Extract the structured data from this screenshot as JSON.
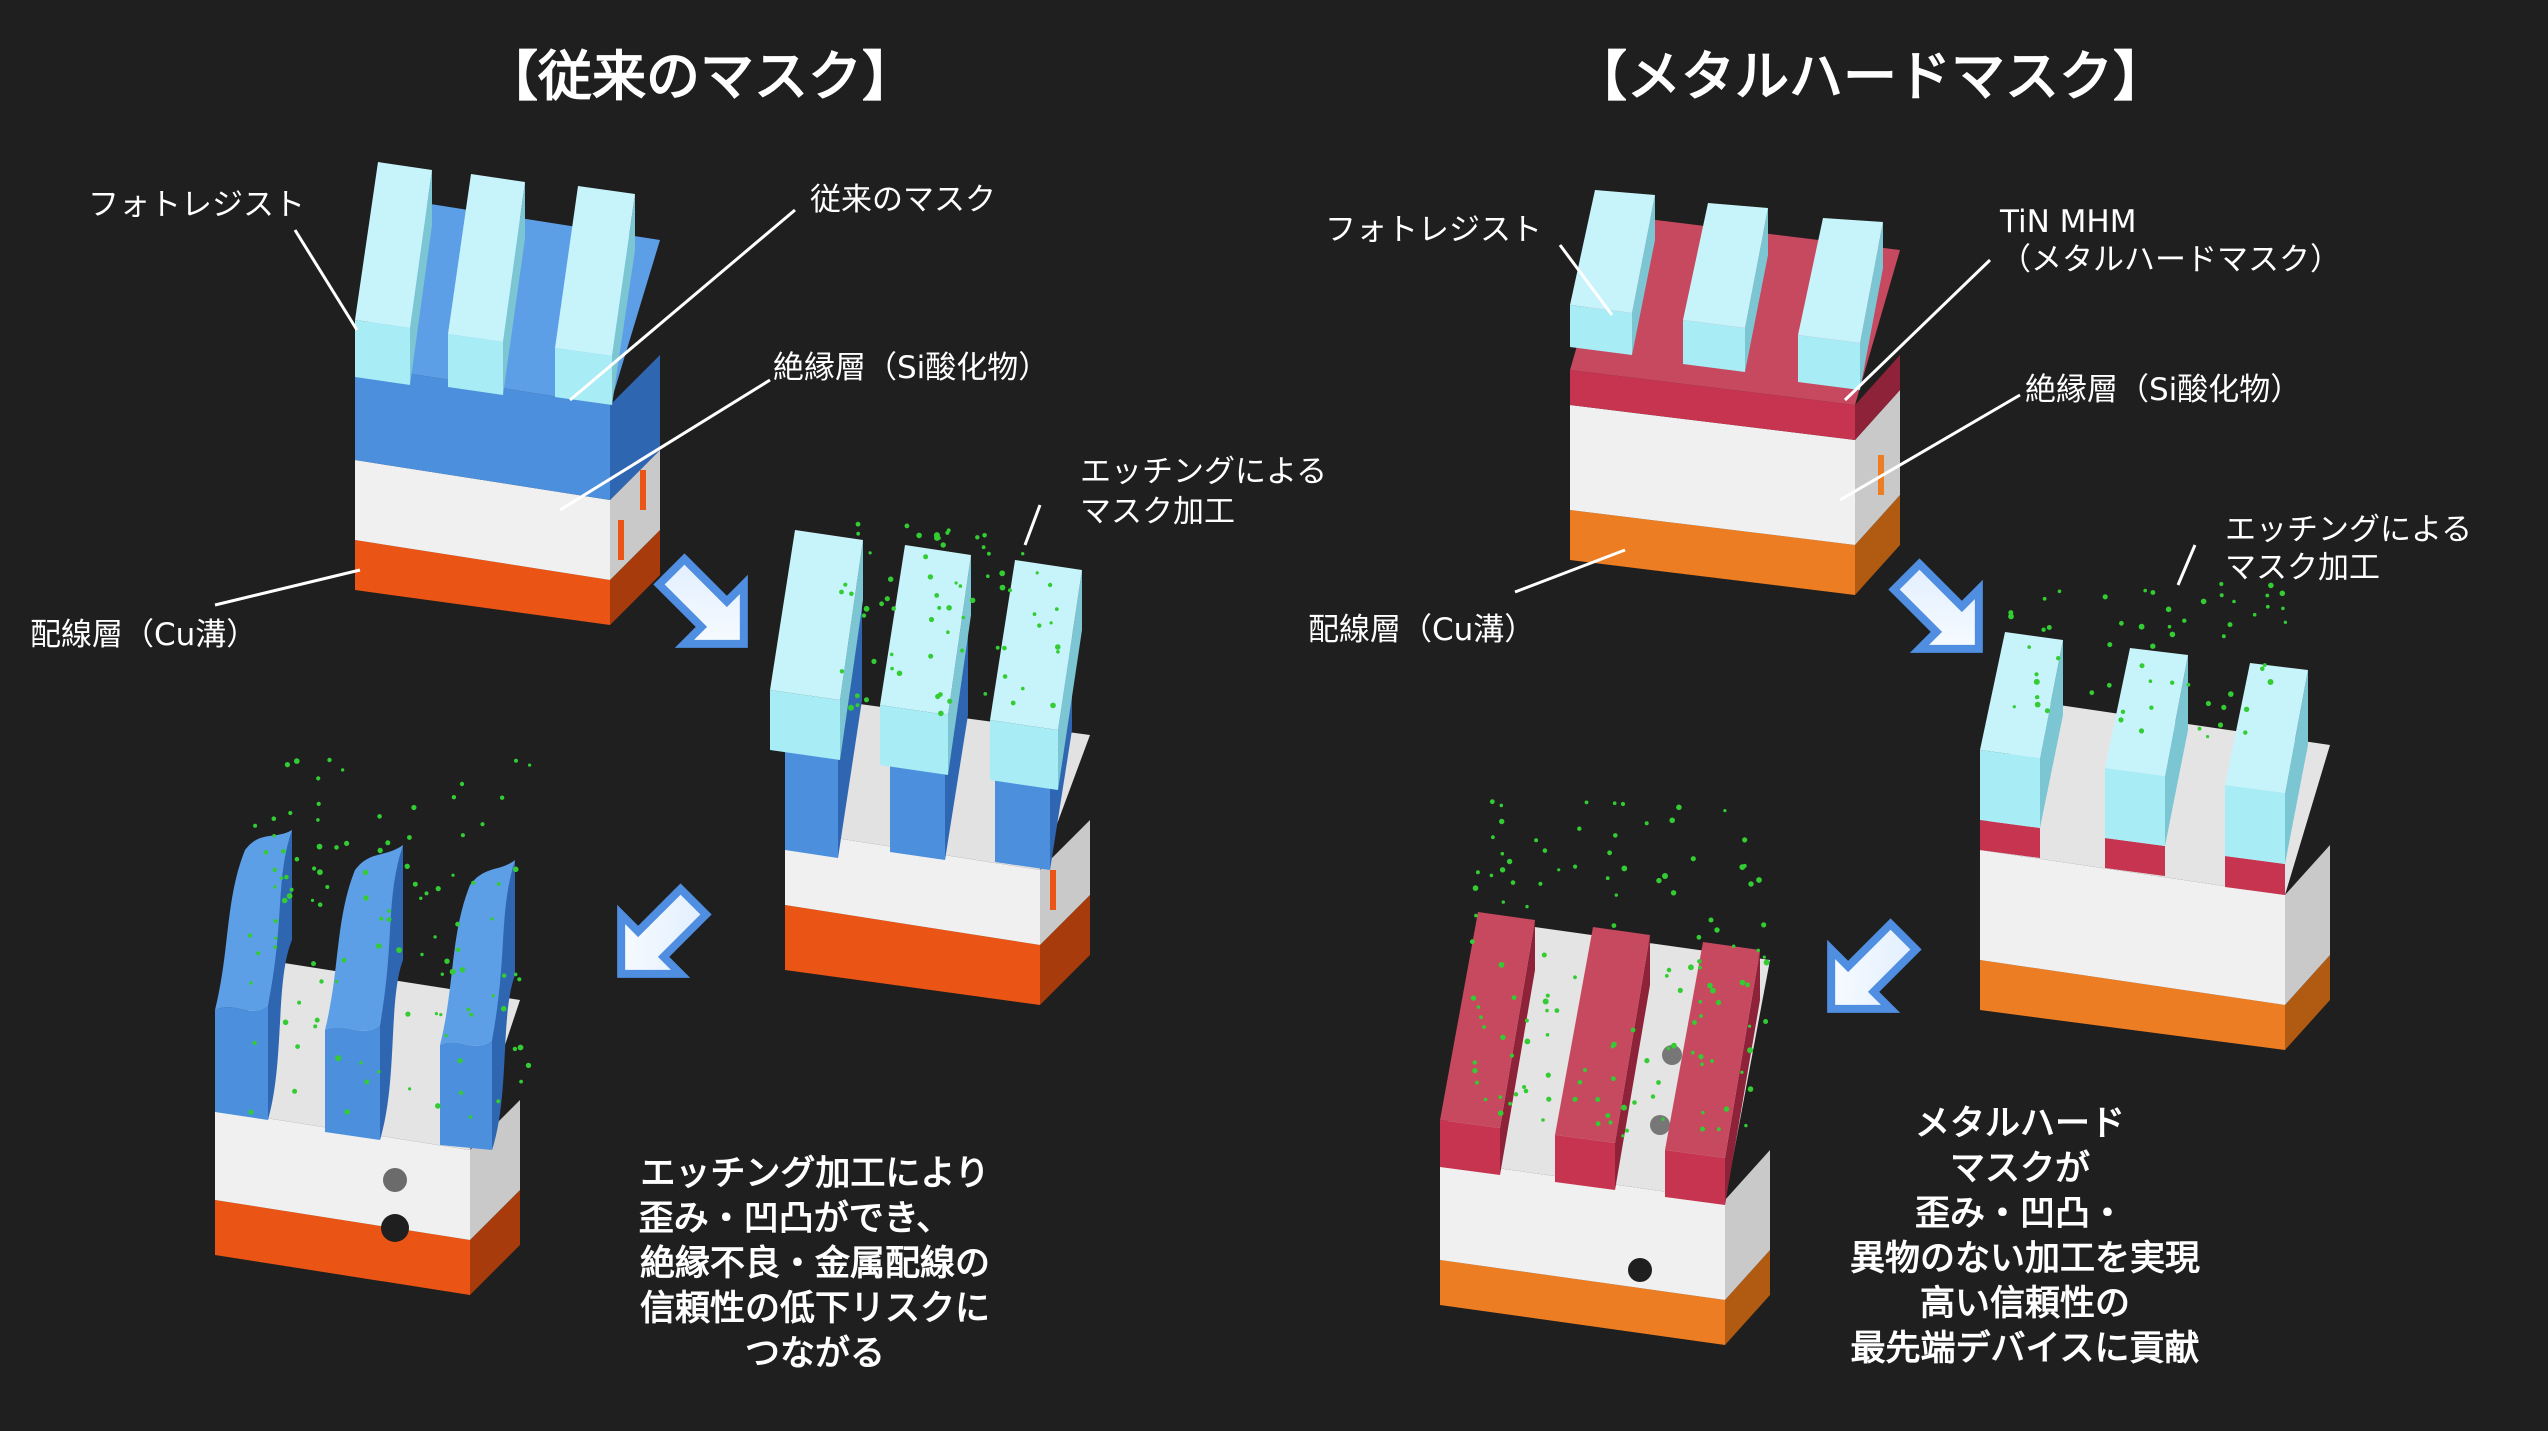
{
  "left": {
    "title": "【従来のマスク】",
    "labels": {
      "photoresist": "フォトレジスト",
      "conventional_mask": "従来のマスク",
      "insulator": "絶縁層（Si酸化物）",
      "etching": [
        "エッチングによる",
        "マスク加工"
      ],
      "wiring": "配線層（Cu溝）"
    },
    "caption": [
      "エッチング加工により",
      "歪み・凹凸ができ、",
      "絶縁不良・金属配線の",
      "信頼性の低下リスクに",
      "つながる"
    ]
  },
  "right": {
    "title": "【メタルハードマスク】",
    "labels": {
      "photoresist": "フォトレジスト",
      "tin_mhm": [
        "TiN MHM",
        "（メタルハードマスク）"
      ],
      "insulator": "絶縁層（Si酸化物）",
      "etching": [
        "エッチングによる",
        "マスク加工"
      ],
      "wiring": "配線層（Cu溝）"
    },
    "caption": [
      "メタルハード",
      "マスクが",
      "歪み・凹凸・",
      "異物のない加工を実現",
      "高い信頼性の",
      "最先端デバイスに貢献"
    ]
  },
  "colors": {
    "background": "#1f1f1f",
    "photoresist": "#a8ecf6",
    "conventional_mask": "#4c90dd",
    "tin_mhm": "#c7344f",
    "insulator": "#f0f0f0",
    "cu_left": "#ea5414",
    "cu_right": "#ed7d22",
    "arrow": "#4f8ee0",
    "particles": "#33cc33"
  }
}
